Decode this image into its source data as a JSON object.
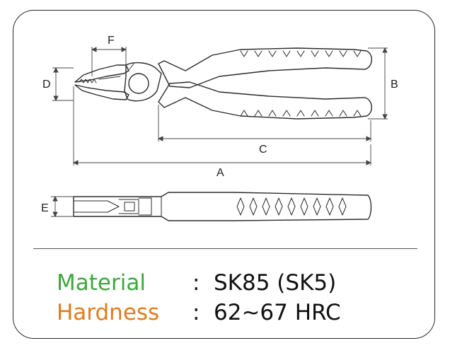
{
  "dimensions": {
    "A": "A",
    "B": "B",
    "C": "C",
    "D": "D",
    "E": "E",
    "F": "F"
  },
  "specs": [
    {
      "label": "Material",
      "separator": ":",
      "value": "SK85 (SK5)",
      "color": "#3fa63f"
    },
    {
      "label": "Hardness",
      "separator": ":",
      "value": "62~67 HRC",
      "color": "#e07d1f"
    }
  ]
}
